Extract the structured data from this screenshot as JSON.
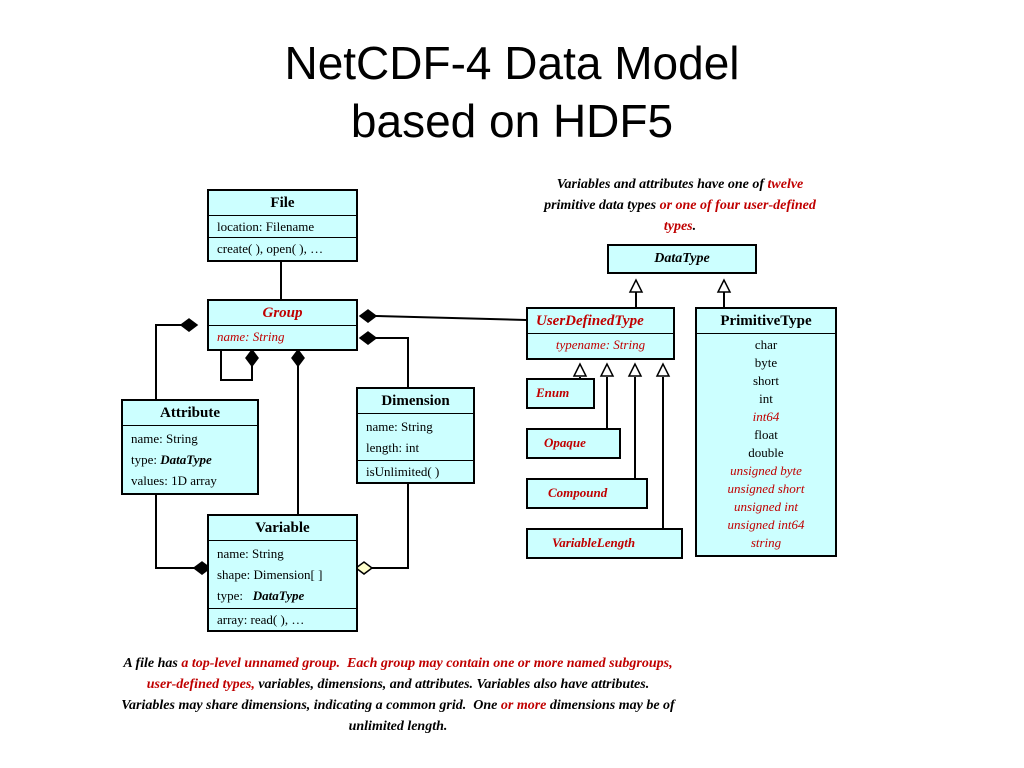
{
  "title": {
    "line1": "NetCDF-4 Data Model",
    "line2": "based on HDF5"
  },
  "boxes": {
    "file": {
      "name": "File",
      "attr": "location: Filename",
      "ops": "create( ), open( ), …"
    },
    "group": {
      "name": "Group",
      "attr": "name: String"
    },
    "attribute": {
      "name": "Attribute",
      "attrs": [
        "name: String",
        "type: ",
        "values: 1D array"
      ],
      "type_value": "DataType"
    },
    "dimension": {
      "name": "Dimension",
      "attrs": [
        "name: String",
        "length: int"
      ],
      "ops": "isUnlimited( )"
    },
    "variable": {
      "name": "Variable",
      "attrs": [
        "name: String",
        "shape: Dimension[ ]",
        "type:   "
      ],
      "type_value": "DataType",
      "ops": "array: read( ), …"
    },
    "datatype": {
      "name": "DataType"
    },
    "user_defined": {
      "name": "UserDefinedType",
      "attr": "typename: String"
    },
    "primitive": {
      "name": "PrimitiveType",
      "types": [
        "char",
        "byte",
        "short",
        "int"
      ],
      "types_red1": [
        "int64"
      ],
      "types2": [
        "float",
        "double"
      ],
      "types_red2": [
        "unsigned byte",
        "unsigned short",
        "unsigned int",
        "unsigned int64",
        "string"
      ]
    },
    "enum": {
      "name": "Enum"
    },
    "opaque": {
      "name": "Opaque"
    },
    "compound": {
      "name": "Compound"
    },
    "varlen": {
      "name": "VariableLength"
    }
  },
  "note_top": {
    "p1": "Variables and attributes have one of ",
    "p2": "twelve",
    "p3": " primitive data types ",
    "p4": "or one of four user-defined types",
    "p5": "."
  },
  "note_bottom": {
    "p1": "A file has ",
    "p2": "a top-level unnamed group.  Each group may contain one or more named subgroups, user-defined types,",
    "p3": " variables, dimensions, and attributes. Variables also have attributes.  Variables may share dimensions, indicating a common grid.  One ",
    "p4": "or more",
    "p5": " dimensions",
    "p6": " may be of unlimited length."
  },
  "colors": {
    "box_fill": "#ccffff",
    "accent_red": "#c00000",
    "aggregation_open": "#ffffcc"
  }
}
